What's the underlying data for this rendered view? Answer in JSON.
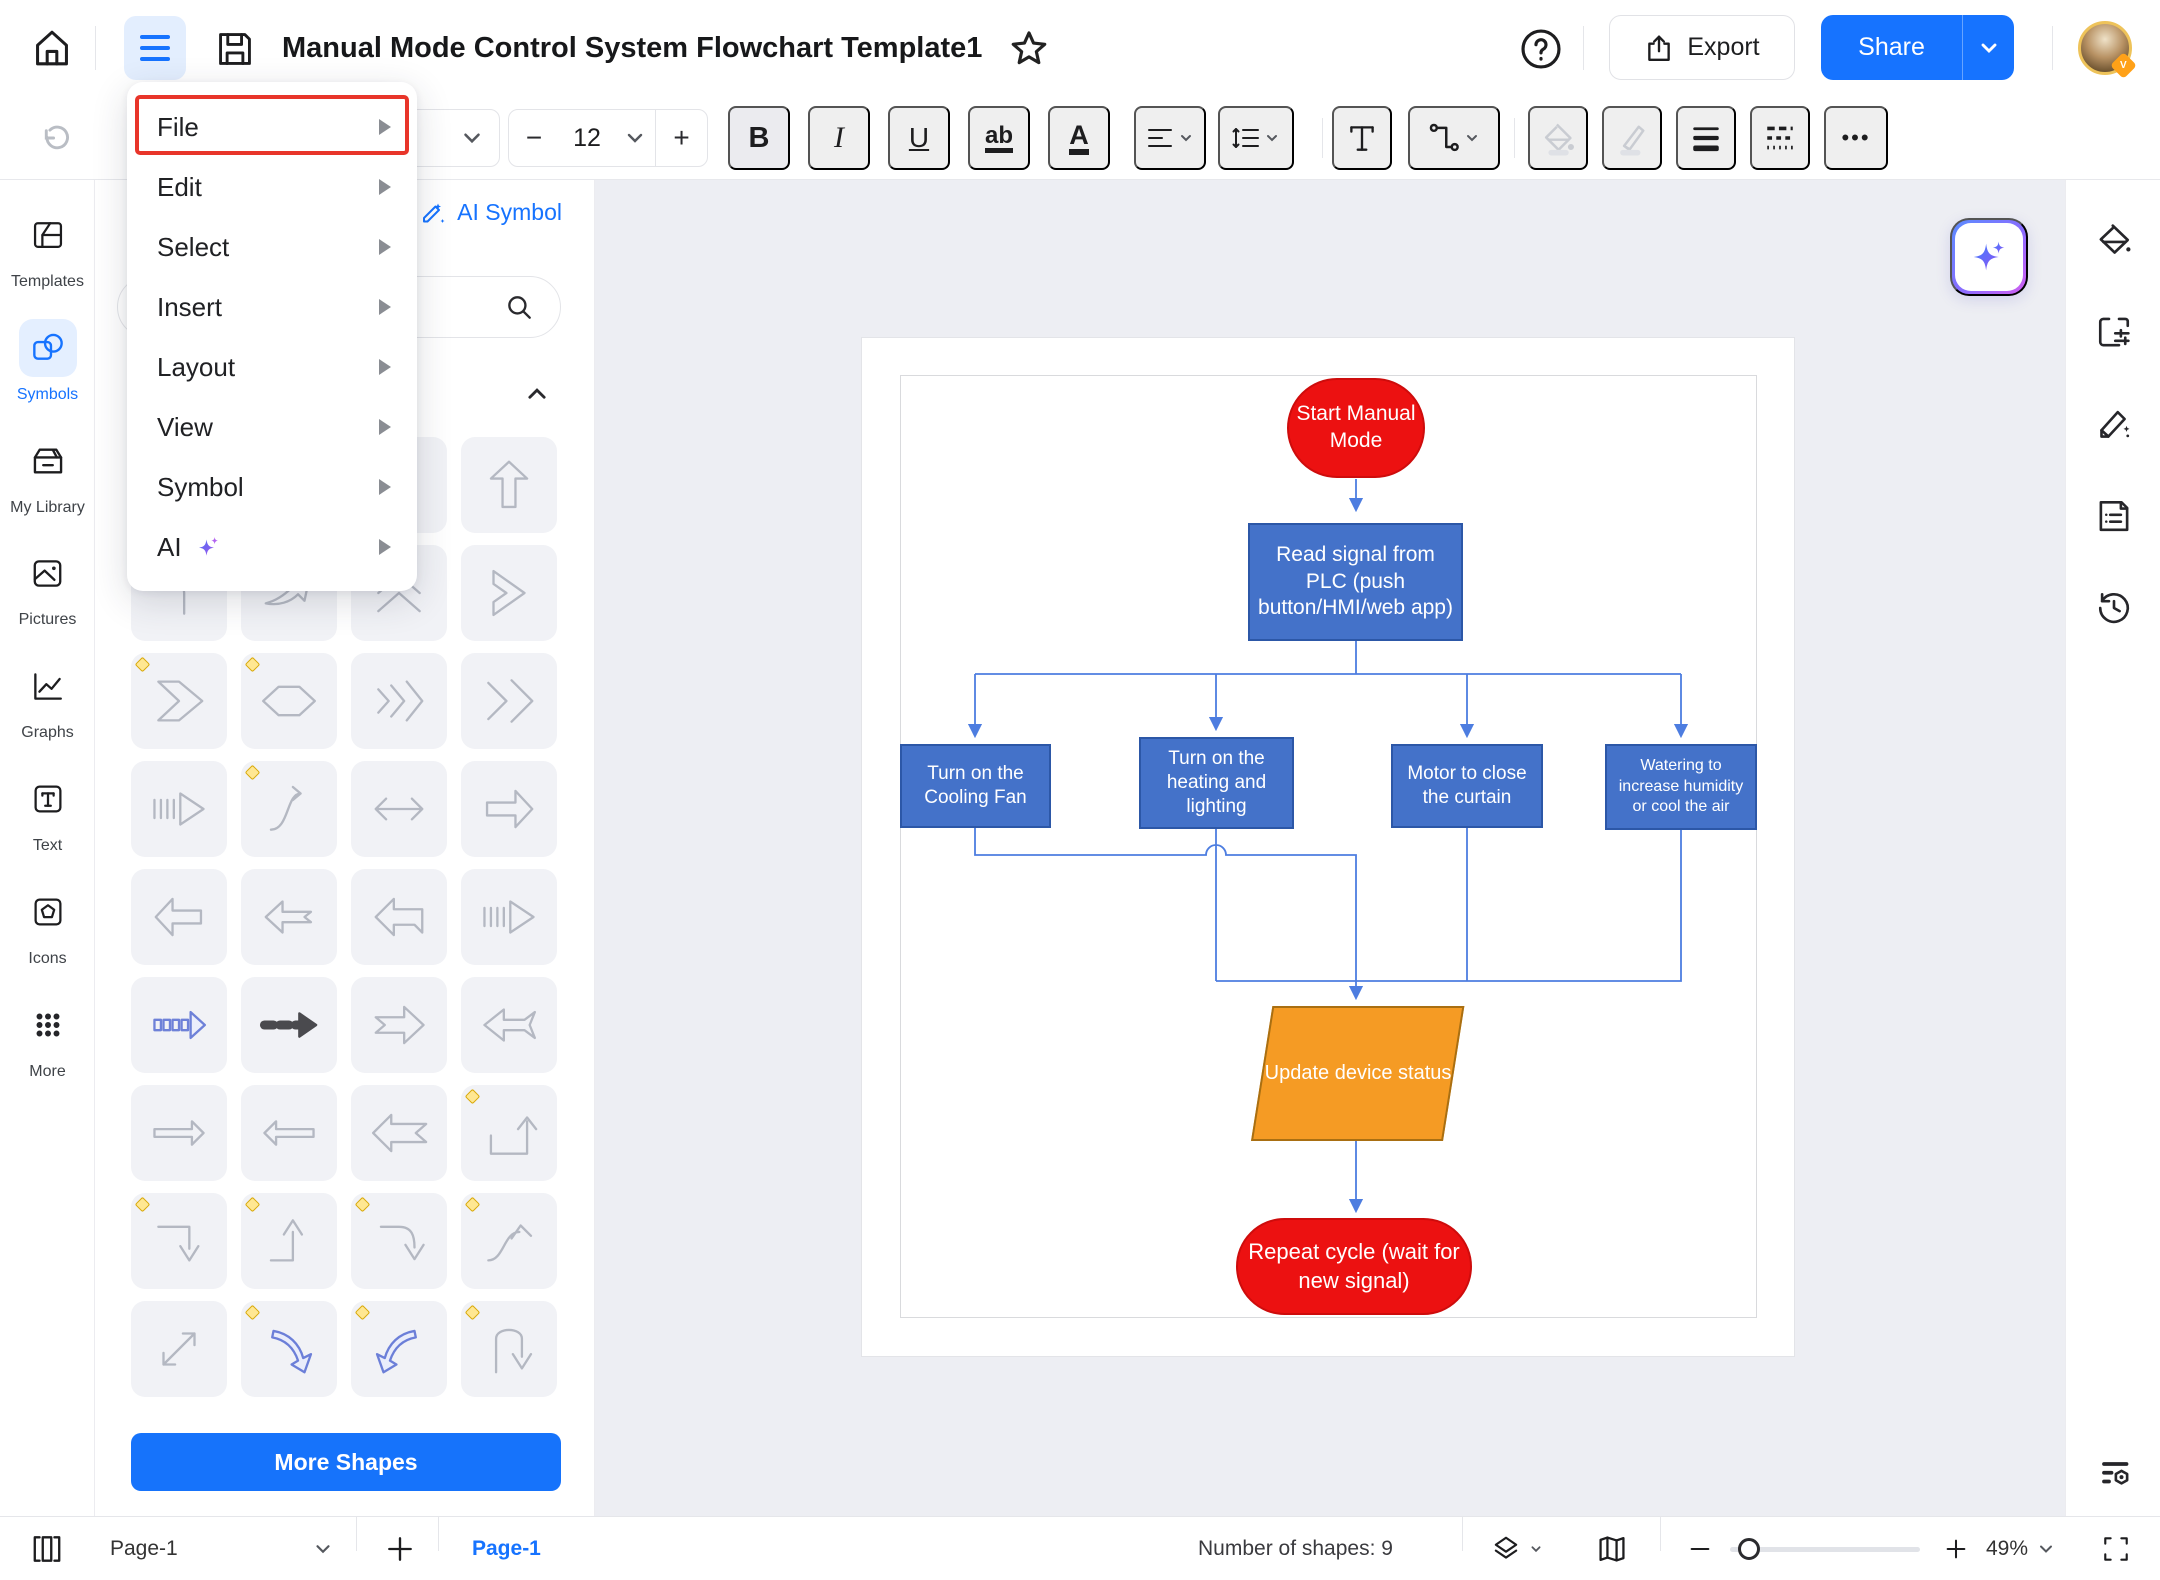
{
  "topbar": {
    "title": "Manual Mode Control System Flowchart Template1",
    "export_label": "Export",
    "share_label": "Share",
    "help_glyph": "?"
  },
  "menu": {
    "items": [
      {
        "label": "File",
        "highlighted": true
      },
      {
        "label": "Edit"
      },
      {
        "label": "Select"
      },
      {
        "label": "Insert"
      },
      {
        "label": "Layout"
      },
      {
        "label": "View"
      },
      {
        "label": "Symbol"
      },
      {
        "label": "AI"
      }
    ]
  },
  "toolbar": {
    "font_size": "12",
    "minus_glyph": "−",
    "plus_glyph": "+",
    "bold_glyph": "B",
    "italic_glyph": "I",
    "underline_glyph": "U",
    "strike_glyph": "ab",
    "font_color_glyph": "A",
    "text_tool_glyph": "T",
    "ellipsis_glyph": "•••"
  },
  "left_rail": {
    "items": [
      {
        "label": "Templates"
      },
      {
        "label": "Symbols",
        "active": true
      },
      {
        "label": "My Library"
      },
      {
        "label": "Pictures"
      },
      {
        "label": "Graphs"
      },
      {
        "label": "Text"
      },
      {
        "label": "Icons"
      },
      {
        "label": "More"
      }
    ]
  },
  "symbols_panel": {
    "ai_symbol_label": "AI Symbol",
    "search_placeholder": "",
    "more_shapes_label": "More Shapes",
    "tiles": [
      {
        "name": "arrow-left-callout"
      },
      {
        "name": "arrow-right-stub"
      },
      {
        "name": "arrow-diagonal-up"
      },
      {
        "name": "arrow-up"
      },
      {
        "name": "arrow-bend-left"
      },
      {
        "name": "arrow-swoosh-right"
      },
      {
        "name": "double-chevron-up"
      },
      {
        "name": "chevron-right"
      },
      {
        "name": "big-chevron-right",
        "premium": true
      },
      {
        "name": "hexagon",
        "premium": true
      },
      {
        "name": "triple-chevron-right"
      },
      {
        "name": "double-chevron-right"
      },
      {
        "name": "striped-arrow-right"
      },
      {
        "name": "s-arrow",
        "premium": true
      },
      {
        "name": "arrow-double-horizontal"
      },
      {
        "name": "arrow-right"
      },
      {
        "name": "arrow-left"
      },
      {
        "name": "arrow-left-slant"
      },
      {
        "name": "arrow-left-bent"
      },
      {
        "name": "striped-arrow-right-2"
      },
      {
        "name": "pixel-arrow-right"
      },
      {
        "name": "dashed-arrow-right"
      },
      {
        "name": "notched-arrow-right"
      },
      {
        "name": "fishtail-arrow-left"
      },
      {
        "name": "thin-arrow-right"
      },
      {
        "name": "thin-arrow-left"
      },
      {
        "name": "sharp-arrow-left"
      },
      {
        "name": "u-turn-up",
        "premium": true
      },
      {
        "name": "corner-arrow-down",
        "premium": true
      },
      {
        "name": "corner-arrow-up",
        "premium": true
      },
      {
        "name": "curve-arrow-down",
        "premium": true
      },
      {
        "name": "curve-arrow-up",
        "premium": true
      },
      {
        "name": "diagonal-double-arrow"
      },
      {
        "name": "curved-arrow-down-blue",
        "premium": true
      },
      {
        "name": "curved-arrow-up-blue",
        "premium": true
      },
      {
        "name": "u-turn-down",
        "premium": true
      }
    ]
  },
  "flowchart": {
    "nodes": [
      {
        "id": "start",
        "shape": "terminator",
        "color": "#ec1111",
        "label": "Start Manual Mode"
      },
      {
        "id": "read",
        "shape": "process",
        "color": "#4472c9",
        "label": "Read signal from PLC (push button/HMI/web app)"
      },
      {
        "id": "fan",
        "shape": "process",
        "color": "#4472c9",
        "label": "Turn on the Cooling Fan"
      },
      {
        "id": "heating",
        "shape": "process",
        "color": "#4472c9",
        "label": "Turn on the heating and lighting"
      },
      {
        "id": "motor",
        "shape": "process",
        "color": "#4472c9",
        "label": "Motor to close the curtain"
      },
      {
        "id": "watering",
        "shape": "process",
        "color": "#4472c9",
        "label": "Watering to increase humidity or cool the air"
      },
      {
        "id": "update",
        "shape": "parallelogram",
        "color": "#f59b24",
        "label": "Update device status"
      },
      {
        "id": "repeat",
        "shape": "terminator",
        "color": "#ec1111",
        "label": "Repeat cycle  (wait for new signal)"
      }
    ],
    "edges": [
      [
        "start",
        "read"
      ],
      [
        "read",
        "fan"
      ],
      [
        "read",
        "heating"
      ],
      [
        "read",
        "motor"
      ],
      [
        "read",
        "watering"
      ],
      [
        "fan",
        "update"
      ],
      [
        "heating",
        "update"
      ],
      [
        "motor",
        "update"
      ],
      [
        "watering",
        "update"
      ],
      [
        "update",
        "repeat"
      ]
    ],
    "connector_color": "#4d7de0"
  },
  "statusbar": {
    "page_select": "Page-1",
    "page_tab": "Page-1",
    "shapes_count": "Number of shapes: 9",
    "zoom": "49%"
  }
}
